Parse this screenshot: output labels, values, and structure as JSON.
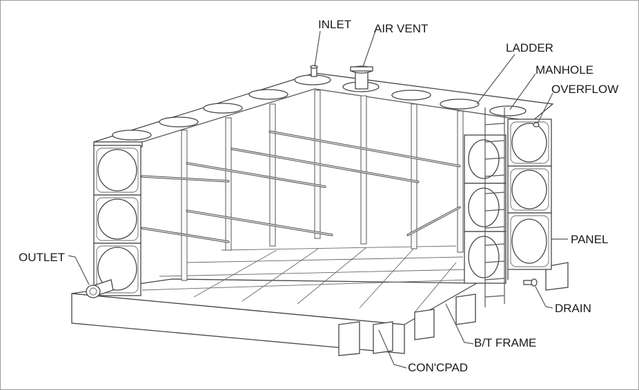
{
  "labels": {
    "inlet": "INLET",
    "air_vent": "AIR VENT",
    "ladder": "LADDER",
    "manhole": "MANHOLE",
    "overflow": "OVERFLOW",
    "panel": "PANEL",
    "outlet": "OUTLET",
    "drain": "DRAIN",
    "bt_frame": "B/T FRAME",
    "concpad": "CON'CPAD"
  },
  "colors": {
    "line": "#444444",
    "text": "#1a1a1a",
    "border": "#9a9a9a"
  }
}
